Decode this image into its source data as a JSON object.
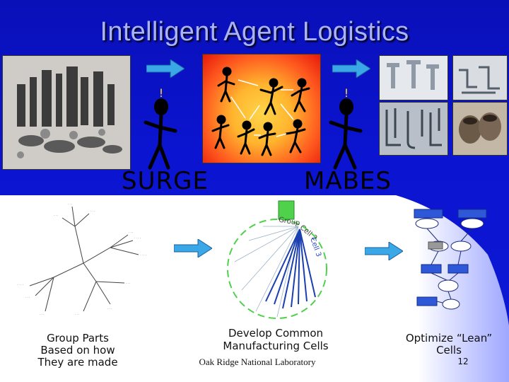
{
  "slide": {
    "title": "Intelligent Agent Logistics",
    "labels": {
      "surge": "SURGE",
      "mabes": "MABES"
    },
    "captions": {
      "group_parts": [
        "Group Parts",
        "Based on how",
        "They are made"
      ],
      "develop_cells": [
        "Develop Common",
        "Manufacturing Cells"
      ],
      "optimize_cells": [
        "Optimize “Lean”",
        "Cells"
      ]
    },
    "footer": "Oak Ridge National Laboratory",
    "page_number": "12",
    "diagram_labels": {
      "group": "Group",
      "cell_a": "Cell 2",
      "cell_b": "Cell 3"
    }
  },
  "colors": {
    "background": "#0b14d0",
    "title": "#a9b2ff",
    "arrow": "#3aa7e6",
    "lower_band": "#ffffff",
    "accent_green": "#4fd14c"
  },
  "icons": {
    "arrow": "right-arrow-icon",
    "figure": "stick-figure-icon"
  }
}
